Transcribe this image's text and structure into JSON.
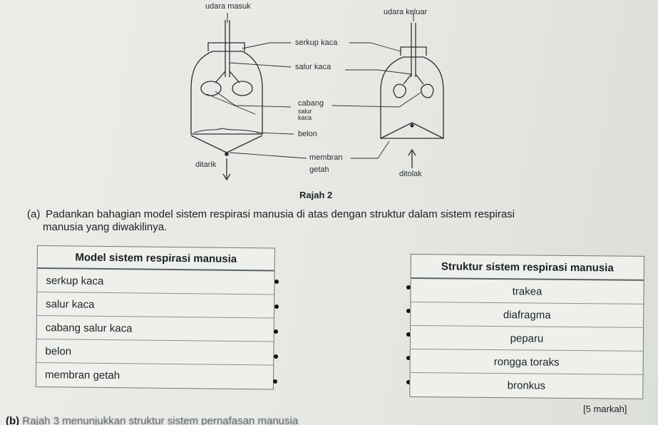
{
  "diagram": {
    "labels": {
      "udara_masuk": "udara masuk",
      "udara_keluar": "udara keluar",
      "serkup_kaca": "serkup kaca",
      "salur_kaca": "salur kaca",
      "cabang": "cabang",
      "salur": "salur",
      "kaca": "kaca",
      "belon": "belon",
      "membran": "membran",
      "getah": "getah",
      "ditarik": "ditarik",
      "ditolak": "ditolak"
    },
    "caption": "Rajah 2"
  },
  "question": {
    "number": "(a)",
    "text_line1": "Padankan bahagian model sistem respirasi manusia di atas dengan struktur dalam sistem respirasi",
    "text_line2": "manusia yang diwakilinya."
  },
  "left_table": {
    "header": "Model sistem respirasi manusia",
    "rows": [
      "serkup kaca",
      "salur kaca",
      "cabang salur kaca",
      "belon",
      "membran getah"
    ]
  },
  "right_table": {
    "header": "Struktur sistem respirasi manusia",
    "rows": [
      "trakea",
      "diafragma",
      "peparu",
      "rongga toraks",
      "bronkus"
    ]
  },
  "marks": "[5 markah]",
  "next_question": {
    "number": "(b)",
    "text": "Rajah 3 menunjukkan struktur sistem pernafasan manusia"
  }
}
